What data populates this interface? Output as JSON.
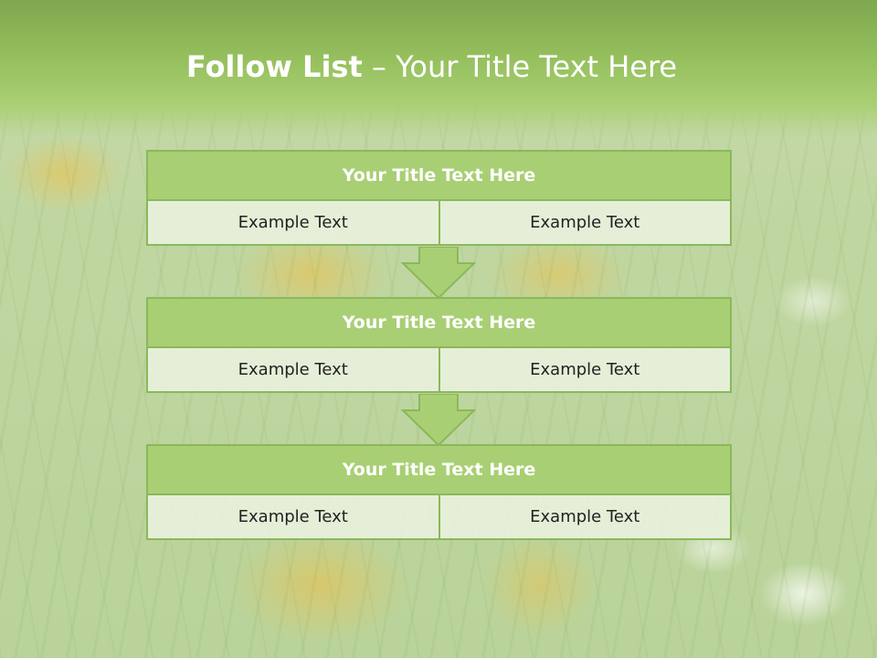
{
  "slide": {
    "title_bold": "Follow List",
    "title_rest": "– Your Title Text Here"
  },
  "blocks": [
    {
      "title": "Your Title Text Here",
      "left": "Example Text",
      "right": "Example Text"
    },
    {
      "title": "Your Title Text Here",
      "left": "Example Text",
      "right": "Example Text"
    },
    {
      "title": "Your Title Text Here",
      "left": "Example Text",
      "right": "Example Text"
    }
  ],
  "colors": {
    "header_green": "#94be5c",
    "block_title_fill": "#a9cf74",
    "border_green": "#8ab85b",
    "cell_fill": "#e8f1dc"
  },
  "icons": [
    "down-arrow-icon",
    "down-arrow-icon"
  ]
}
